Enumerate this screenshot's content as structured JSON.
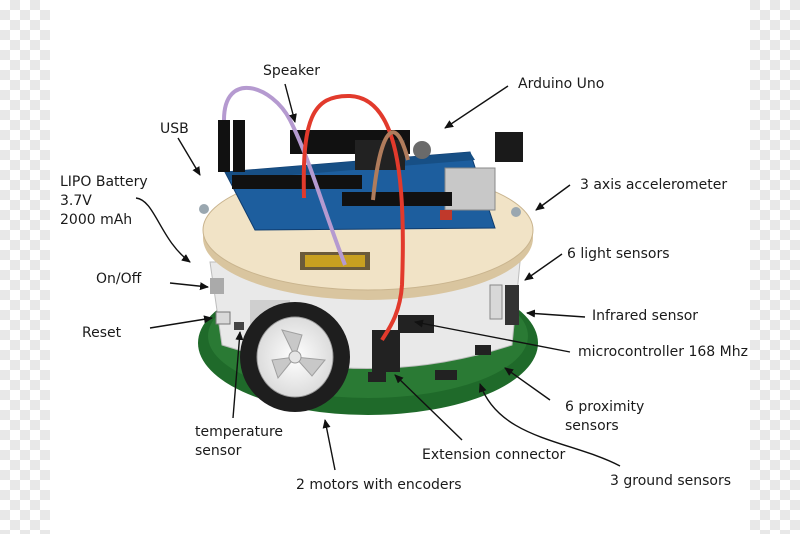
{
  "labels": {
    "speaker": "Speaker",
    "arduino_uno": "Arduino Uno",
    "usb": "USB",
    "lipo_battery": [
      "LIPO Battery",
      "3.7V",
      "2000 mAh"
    ],
    "accelerometer": "3 axis accelerometer",
    "light_sensors": "6 light sensors",
    "on_off": "On/Off",
    "infrared_sensor": "Infrared sensor",
    "reset": "Reset",
    "microcontroller": "microcontroller 168 Mhz",
    "temperature_sensor": [
      "temperature",
      "sensor"
    ],
    "proximity_sensors": [
      "6 proximity",
      "sensors"
    ],
    "extension_connector": "Extension connector",
    "ground_sensors": "3 ground sensors",
    "motors": "2 motors with encoders"
  },
  "colors": {
    "pcb_green": "#1f6a2a",
    "arduino_blue": "#1d5e9e",
    "wood_plate": "#f1e3c6",
    "wheel_tire": "#1e1e1e",
    "wire_red": "#e23a2c",
    "wire_purple": "#b59ad0",
    "wire_brown": "#b07c5c"
  }
}
